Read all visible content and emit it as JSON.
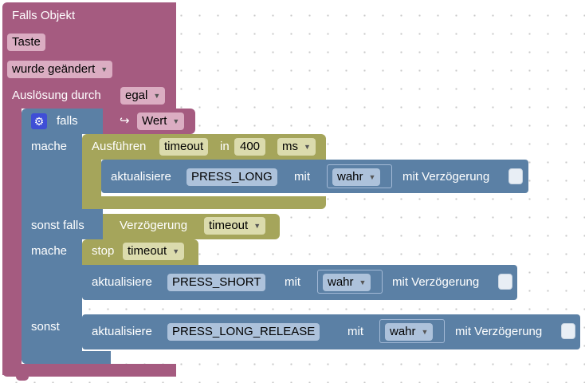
{
  "trigger": {
    "title": "Falls Objekt",
    "object": "Taste",
    "condition": "wurde geändert",
    "trigger_by_label": "Auslösung durch",
    "trigger_by_value": "egal"
  },
  "if_block": {
    "if_label": "falls",
    "do_label": "mache",
    "else_if_label": "sonst falls",
    "do2_label": "mache",
    "else_label": "sonst",
    "var_arrow": "↪",
    "var_value": "Wert"
  },
  "timeout": {
    "run_label": "Ausführen",
    "name": "timeout",
    "in_label": "in",
    "value": "400",
    "unit": "ms"
  },
  "update_long": {
    "label": "aktualisiere",
    "state": "PRESS_LONG",
    "with_label": "mit",
    "value": "wahr",
    "delay_label": "mit Verzögerung"
  },
  "delay_check": {
    "label": "Verzögerung",
    "name": "timeout"
  },
  "stop": {
    "label": "stop",
    "name": "timeout"
  },
  "update_short": {
    "label": "aktualisiere",
    "state": "PRESS_SHORT",
    "with_label": "mit",
    "value": "wahr",
    "delay_label": "mit Verzögerung"
  },
  "update_release": {
    "label": "aktualisiere",
    "state": "PRESS_LONG_RELEASE",
    "with_label": "mit",
    "value": "wahr",
    "delay_label": "mit Verzögerung"
  },
  "colors": {
    "trigger": "#a55b80",
    "logic": "#5b80a5",
    "timer": "#a5a55b",
    "gear": "#3f4fd6"
  },
  "icons": {
    "mutator": "gear-icon",
    "dropdown": "caret-down-icon"
  }
}
